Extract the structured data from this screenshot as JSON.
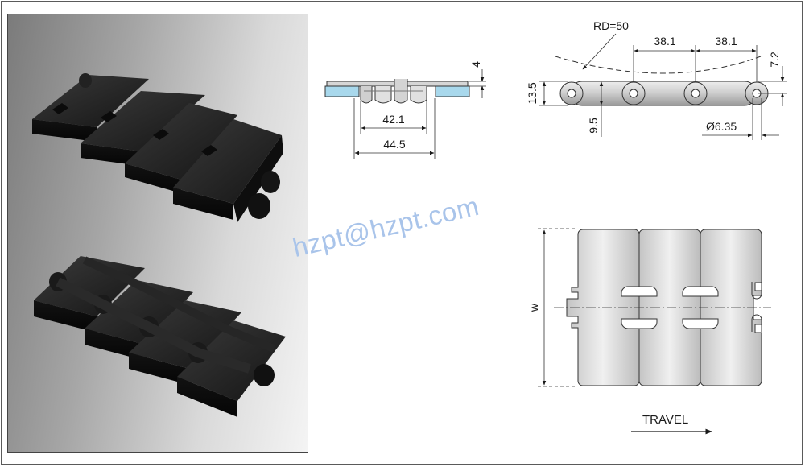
{
  "watermark": "hzpt@hzpt.com",
  "side_view": {
    "thickness": "4",
    "inner_width": "42.1",
    "outer_width": "44.5"
  },
  "profile_view": {
    "return_radius": "RD=50",
    "pitch_left": "38.1",
    "pitch_right": "38.1",
    "upper_dim": "7.2",
    "height": "13.5",
    "pin_height": "9.5",
    "pin_diameter": "Ø6.35"
  },
  "top_view": {
    "width_label": "w",
    "direction_label": "TRAVEL"
  },
  "colors": {
    "accent_blue": "#a8d8ec",
    "chain_black": "#1e1e1e",
    "watermark": "#a9c4ea"
  }
}
